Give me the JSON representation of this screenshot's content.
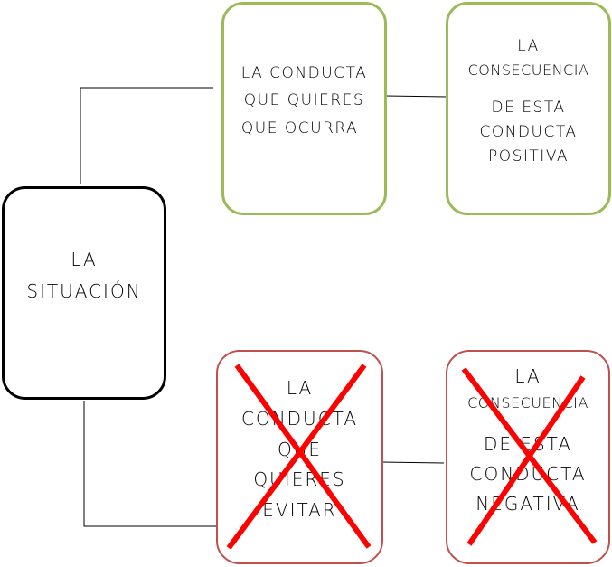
{
  "situation": {
    "line1": "LA",
    "line2": "SITUACIÓN"
  },
  "desired": {
    "behavior": {
      "line1": "LA CONDUCTA",
      "line2": "QUE QUIERES",
      "line3": "QUE OCURRA"
    },
    "consequence": {
      "line1": "LA",
      "line2": "CONSECUENCIA",
      "line3": "DE ESTA",
      "line4": "CONDUCTA",
      "line5": "POSITIVA"
    }
  },
  "avoided": {
    "behavior": {
      "line1": "LA",
      "line2": "CONDUCTA",
      "line3": "QUE",
      "line4": "QUIERES",
      "line5": "EVITAR"
    },
    "consequence": {
      "line1": "LA",
      "line2": "CONSECUENCIA",
      "line3": "DE ESTA",
      "line4": "CONDUCTA",
      "line5": "NEGATIVA"
    }
  },
  "colors": {
    "positive_border": "#9bbb59",
    "negative_border": "#c0504d",
    "cross": "#ff0000",
    "situation_border": "#000000"
  }
}
